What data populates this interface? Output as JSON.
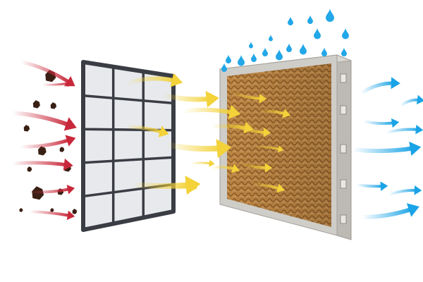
{
  "diagram": {
    "stages": [
      {
        "id": "dust-particles",
        "role": "incoming dust and debris"
      },
      {
        "id": "pre-filter-grid",
        "role": "mesh pre-filter"
      },
      {
        "id": "filtered-air",
        "role": "air passing through filter"
      },
      {
        "id": "evaporative-cooling-pad",
        "role": "water-wetted honeycomb pad"
      },
      {
        "id": "water-drops",
        "role": "water supplied from above"
      },
      {
        "id": "cool-air",
        "role": "cooled air output"
      }
    ],
    "colors": {
      "dust_arrow": "#c8283a",
      "dust_particle": "#3a1f14",
      "filter_frame": "#3b3d44",
      "filter_cell": "#e6e8ec",
      "air_arrow": "#f3d23a",
      "pad_fill": "#c48a45",
      "pad_frame": "#c9c7c2",
      "water_drop": "#22a7e8",
      "cool_arrow": "#1aa3e6"
    },
    "icons": [
      "dust-particle-icon",
      "water-drop-icon",
      "arrow-icon"
    ]
  }
}
